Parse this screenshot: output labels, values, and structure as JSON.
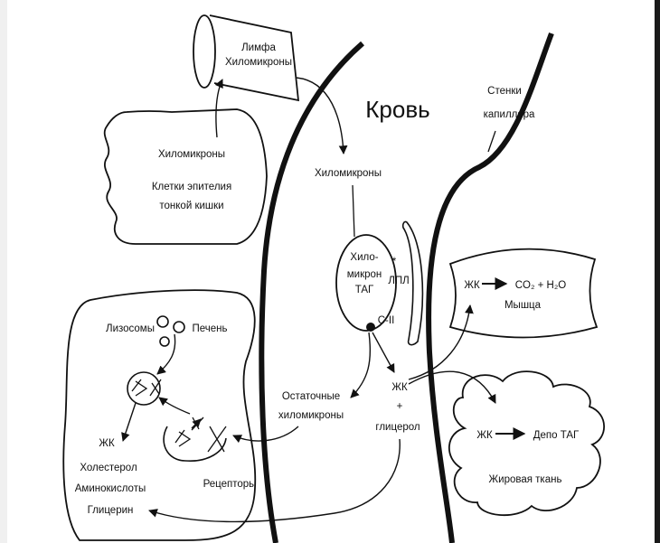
{
  "labels": {
    "lymph_line1": "Лимфа",
    "lymph_line2": "Хиломикроны",
    "enterocyte_title": "Хиломикроны",
    "enterocyte_line1": "Клетки эпителия",
    "enterocyte_line2": "тонкой кишки",
    "blood": "Кровь",
    "capillary_line1": "Стенки",
    "capillary_line2": "капилляра",
    "chylomicrons_blood": "Хиломикроны",
    "cm_line1": "Хило-",
    "cm_line2": "микрон",
    "cm_line3": "ТАГ",
    "apo": "С-II",
    "lpl": "ЛПЛ",
    "asterisk": "*",
    "muscle_eq_left": "ЖК",
    "muscle_eq_right": "CO₂ + H₂O",
    "muscle": "Мышца",
    "fa_line1": "ЖК",
    "fa_plus": "+",
    "fa_line2": "глицерол",
    "adipose_eq_left": "ЖК",
    "adipose_eq_right": "Депо ТАГ",
    "adipose": "Жировая ткань",
    "remnant_line1": "Остаточные",
    "remnant_line2": "хиломикроны",
    "lysosomes": "Лизосомы",
    "liver": "Печень",
    "products_fa": "ЖК",
    "products_chol": "Холестерол",
    "products_aa": "Аминокислоты",
    "products_gly": "Глицерин",
    "receptors": "Рецепторы"
  },
  "colors": {
    "line": "#111111",
    "background": "#ffffff"
  }
}
